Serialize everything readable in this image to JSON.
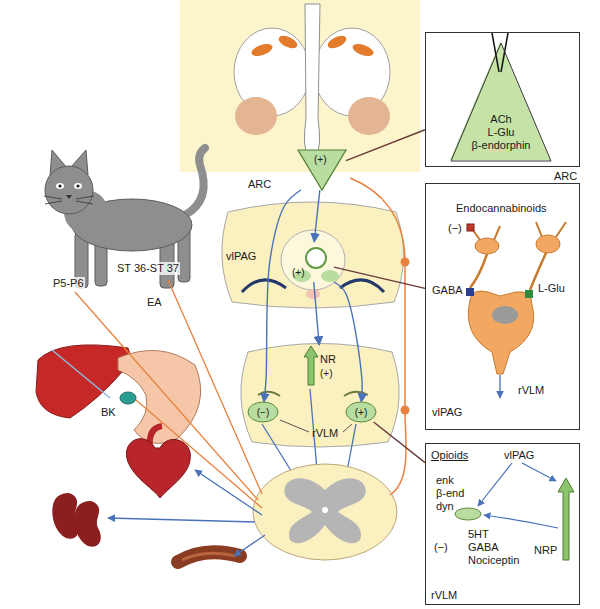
{
  "diagram": {
    "nodes": [
      {
        "text": [
          "ARC",
          "(+)"
        ]
      },
      {
        "text": [
          "vlPAG",
          "(+)"
        ]
      },
      {
        "text": [
          "NR",
          "(+)"
        ]
      },
      {
        "text": [
          "(−)"
        ]
      },
      {
        "text": [
          "(+)"
        ]
      },
      {
        "text": [
          "ARC"
        ]
      },
      {
        "text": [
          "ACh L-Glu β-endorphin"
        ],
        "in": 5
      },
      {
        "text": [
          "Endocannabinoids",
          "(−)",
          "GABA",
          "L-Glu",
          "rVLM",
          "vlPAG"
        ]
      },
      {
        "text": [
          "Opioids",
          "enk",
          "β-end",
          "dyn",
          "vlPAG",
          "5HT",
          "GABA",
          "Nociceptin",
          "(−)",
          "NRP",
          "rVLM"
        ]
      }
    ],
    "edges": [
      {
        "from": 0,
        "to": 1,
        "arrow": "to"
      },
      {
        "from": 0,
        "to": 3,
        "arrow": "to"
      },
      {
        "from": 1,
        "to": 4,
        "arrow": "to"
      },
      {
        "from": 1,
        "to": 2,
        "arrow": "to"
      },
      {
        "from": 0,
        "to": 5,
        "arrow": "none"
      },
      {
        "from": 1,
        "to": 7,
        "arrow": "none"
      },
      {
        "from": 4,
        "to": 8,
        "arrow": "none"
      }
    ],
    "labels": [
      "P5-P6",
      "ST 36-ST 37",
      "EA",
      "BK",
      "rVLM"
    ]
  }
}
